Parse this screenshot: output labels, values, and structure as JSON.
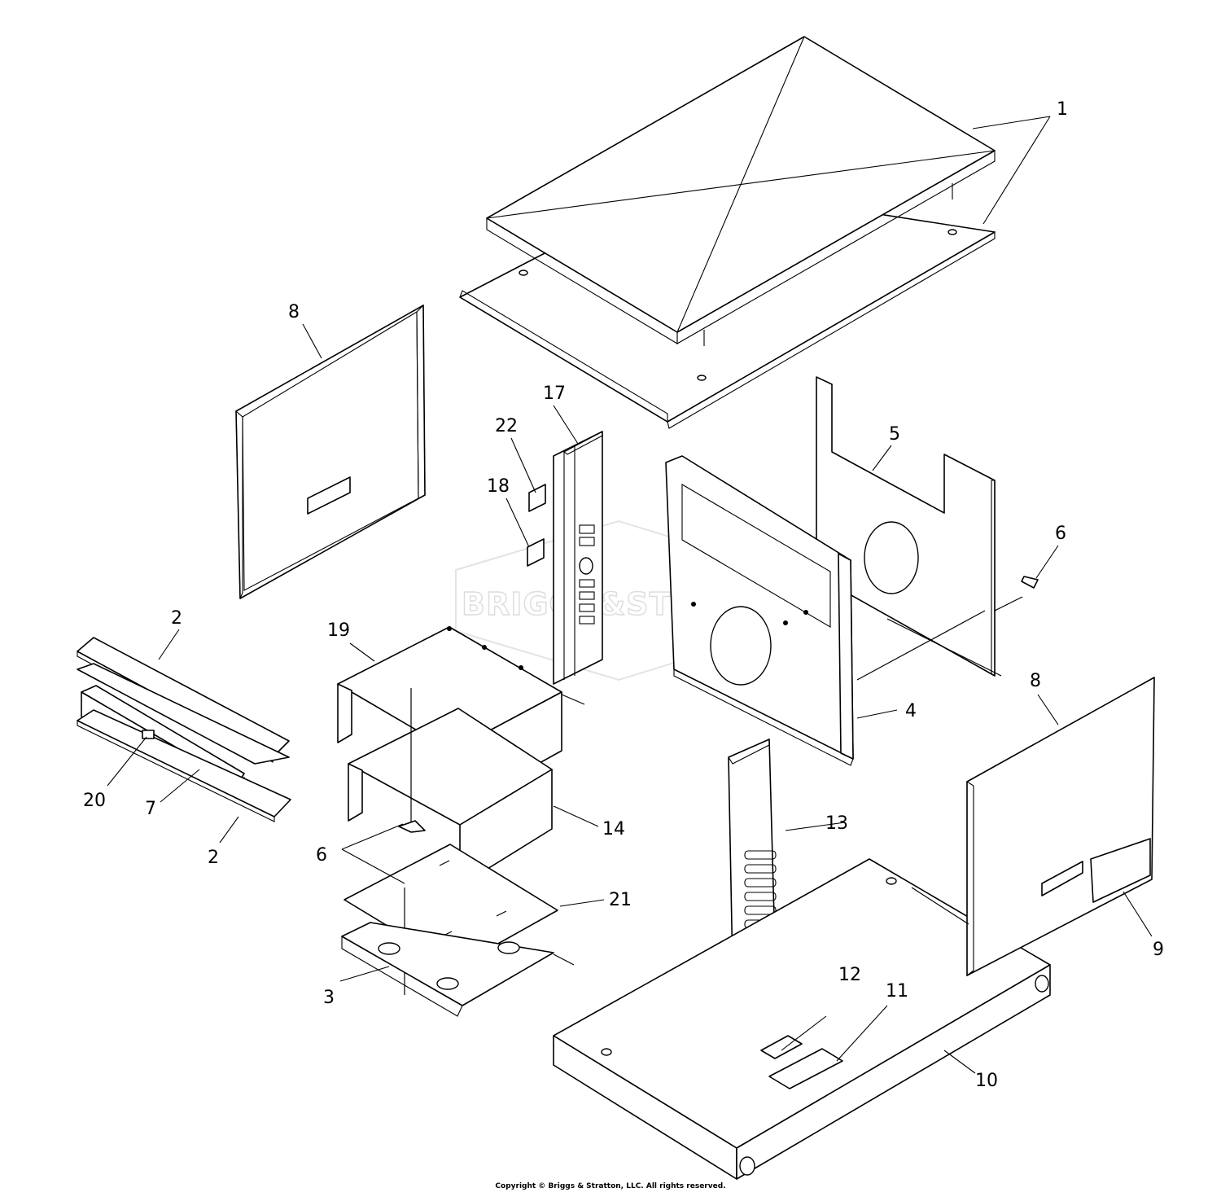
{
  "watermark": {
    "text": "BRIGGS&STRATTON"
  },
  "callouts": {
    "c1": "1",
    "c2a": "2",
    "c2b": "2",
    "c3": "3",
    "c4": "4",
    "c5": "5",
    "c6a": "6",
    "c6b": "6",
    "c7": "7",
    "c8a": "8",
    "c8b": "8",
    "c9": "9",
    "c10": "10",
    "c11": "11",
    "c12": "12",
    "c13": "13",
    "c14": "14",
    "c17": "17",
    "c18": "18",
    "c19": "19",
    "c20": "20",
    "c21": "21",
    "c22": "22"
  },
  "footer": {
    "copyright": "Copyright © Briggs & Stratton, LLC. All rights reserved."
  }
}
